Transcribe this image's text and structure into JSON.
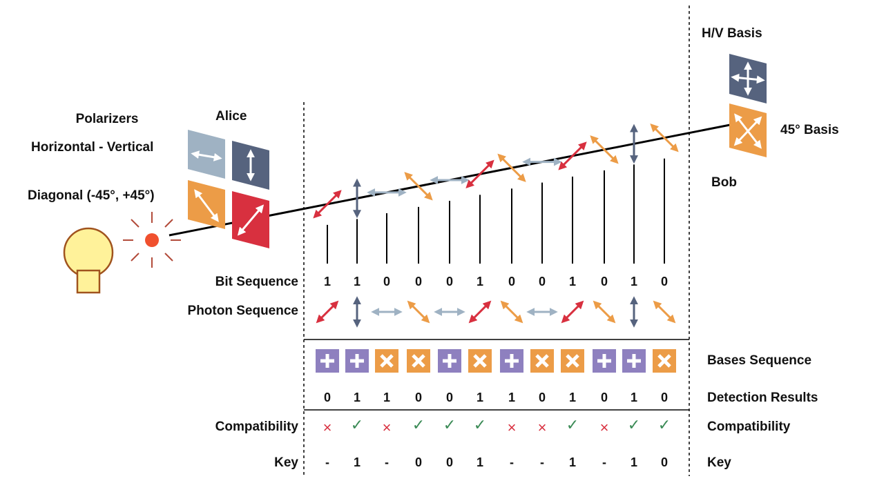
{
  "labels": {
    "polarizers": "Polarizers",
    "hv": "Horizontal - Vertical",
    "diag": "Diagonal (-45°, +45°)",
    "alice": "Alice",
    "bob": "Bob",
    "hv_basis": "H/V Basis",
    "d_basis": "45° Basis",
    "bit_seq": "Bit Sequence",
    "photon_seq": "Photon Sequence",
    "bases_seq": "Bases Sequence",
    "detection": "Detection Results",
    "compat_left": "Compatibility",
    "compat_right": "Compatibility",
    "key_left": "Key",
    "key_right": "Key"
  },
  "bits": [
    "1",
    "1",
    "0",
    "0",
    "0",
    "1",
    "0",
    "0",
    "1",
    "0",
    "1",
    "0"
  ],
  "photons": [
    "diag-pos",
    "vertical",
    "horizontal",
    "diag-neg",
    "horizontal",
    "diag-pos",
    "diag-neg",
    "horizontal",
    "diag-pos",
    "diag-neg",
    "vertical",
    "diag-neg"
  ],
  "bases": [
    "plus",
    "plus",
    "cross",
    "cross",
    "plus",
    "cross",
    "plus",
    "cross",
    "cross",
    "plus",
    "plus",
    "cross"
  ],
  "detection": [
    "0",
    "1",
    "1",
    "0",
    "0",
    "1",
    "1",
    "0",
    "1",
    "0",
    "1",
    "0"
  ],
  "compatibility": [
    "×",
    "✓",
    "×",
    "✓",
    "✓",
    "✓",
    "×",
    "×",
    "✓",
    "×",
    "✓",
    "✓"
  ],
  "key": [
    "-",
    "1",
    "-",
    "0",
    "0",
    "1",
    "-",
    "-",
    "1",
    "-",
    "1",
    "0"
  ],
  "colors": {
    "red": "#d8303f",
    "navy": "#56637e",
    "light_blue": "#9fb2c3",
    "orange": "#ec9c47",
    "purple": "#8e80bf",
    "green": "#3a8a55",
    "check_red": "#d8303f",
    "bulb": "#fff29a",
    "bulb_stroke": "#a0531e",
    "source": "#f0502e"
  },
  "icons": {
    "light_source": "light-bulb-icon",
    "photon_emitter": "photon-source-icon"
  }
}
